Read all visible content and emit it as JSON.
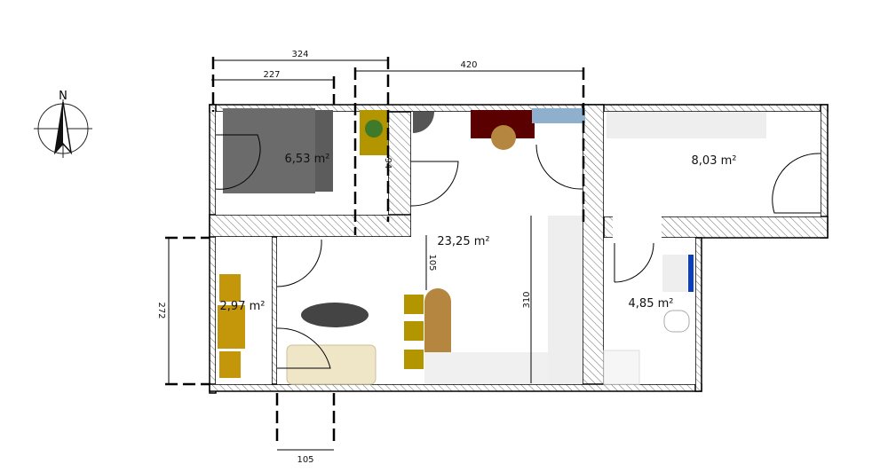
{
  "compass": {
    "label": "N"
  },
  "rooms": [
    {
      "area": "6,53 m²"
    },
    {
      "area": "23,25 m²"
    },
    {
      "area": "8,03 m²"
    },
    {
      "area": "2,97 m²"
    },
    {
      "area": "4,85 m²"
    }
  ],
  "dimensions": {
    "top_outer": "324",
    "top_inner": "227",
    "top_right": "420",
    "left_vertical": "272",
    "kitchen_vertical": "310",
    "living_vertical": "105",
    "bottom_horizontal": "105",
    "closet": "94"
  },
  "colors": {
    "wall": "#000000",
    "hatch": "#444444",
    "bed": "#6b6b6b",
    "wood": "#b5863f",
    "mustard": "#b39500",
    "desk": "#5a0000",
    "shelf": "#8fb0cc",
    "radiator_blue": "#0a3fbf"
  }
}
